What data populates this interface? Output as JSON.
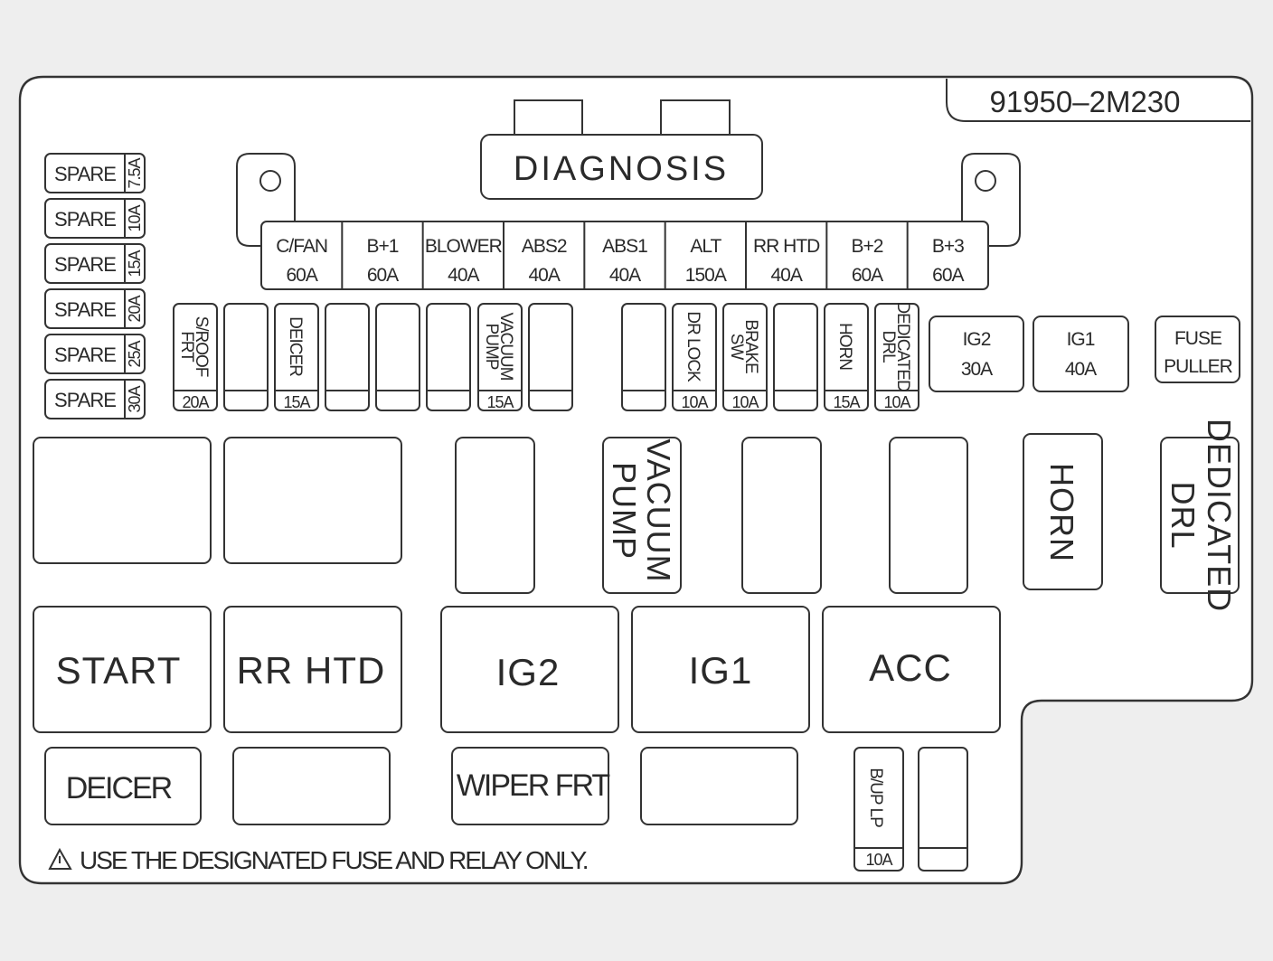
{
  "part_number": "91950–2M230",
  "diagnosis_label": "DIAGNOSIS",
  "spare_fuses": [
    {
      "label": "SPARE",
      "amp": "7.5A"
    },
    {
      "label": "SPARE",
      "amp": "10A"
    },
    {
      "label": "SPARE",
      "amp": "15A"
    },
    {
      "label": "SPARE",
      "amp": "20A"
    },
    {
      "label": "SPARE",
      "amp": "25A"
    },
    {
      "label": "SPARE",
      "amp": "30A"
    }
  ],
  "multi_fuses": [
    {
      "name": "C/FAN",
      "amp": "60A"
    },
    {
      "name": "B+1",
      "amp": "60A"
    },
    {
      "name": "BLOWER",
      "amp": "40A"
    },
    {
      "name": "ABS2",
      "amp": "40A"
    },
    {
      "name": "ABS1",
      "amp": "40A"
    },
    {
      "name": "ALT",
      "amp": "150A"
    },
    {
      "name": "RR HTD",
      "amp": "40A"
    },
    {
      "name": "B+2",
      "amp": "60A"
    },
    {
      "name": "B+3",
      "amp": "60A"
    }
  ],
  "mini_fuses": [
    {
      "line1": "S/ROOF",
      "line2": "FRT",
      "amp": "20A"
    },
    {
      "line1": "",
      "line2": "",
      "amp": ""
    },
    {
      "line1": "DEICER",
      "line2": "",
      "amp": "15A"
    },
    {
      "line1": "",
      "line2": "",
      "amp": ""
    },
    {
      "line1": "",
      "line2": "",
      "amp": ""
    },
    {
      "line1": "",
      "line2": "",
      "amp": ""
    },
    {
      "line1": "VACUUM",
      "line2": "PUMP",
      "amp": "15A"
    },
    {
      "line1": "",
      "line2": "",
      "amp": ""
    },
    {
      "line1": "",
      "line2": "",
      "amp": ""
    },
    {
      "line1": "DR LOCK",
      "line2": "",
      "amp": "10A"
    },
    {
      "line1": "BRAKE",
      "line2": "SW",
      "amp": "10A"
    },
    {
      "line1": "",
      "line2": "",
      "amp": ""
    },
    {
      "line1": "HORN",
      "line2": "",
      "amp": "15A"
    },
    {
      "line1": "DEDICATED",
      "line2": "DRL",
      "amp": "10A"
    }
  ],
  "cartridge_fuses": [
    {
      "name": "IG2",
      "amp": "30A"
    },
    {
      "name": "IG1",
      "amp": "40A"
    }
  ],
  "fuse_puller": {
    "line1": "FUSE",
    "line2": "PULLER"
  },
  "mid_relays": [
    {
      "line1": "VACUUM",
      "line2": "PUMP"
    },
    {
      "line1": "HORN",
      "line2": ""
    },
    {
      "line1": "DEDICATED",
      "line2": "DRL"
    }
  ],
  "large_relays": [
    "START",
    "RR HTD",
    "IG2",
    "IG1",
    "ACC"
  ],
  "bottom_relays": [
    "DEICER",
    "",
    "WIPER FRT",
    ""
  ],
  "bottom_fuses": [
    {
      "name": "B/UP LP",
      "amp": "10A"
    },
    {
      "name": "",
      "amp": ""
    }
  ],
  "warning": "USE THE DESIGNATED FUSE AND RELAY ONLY."
}
